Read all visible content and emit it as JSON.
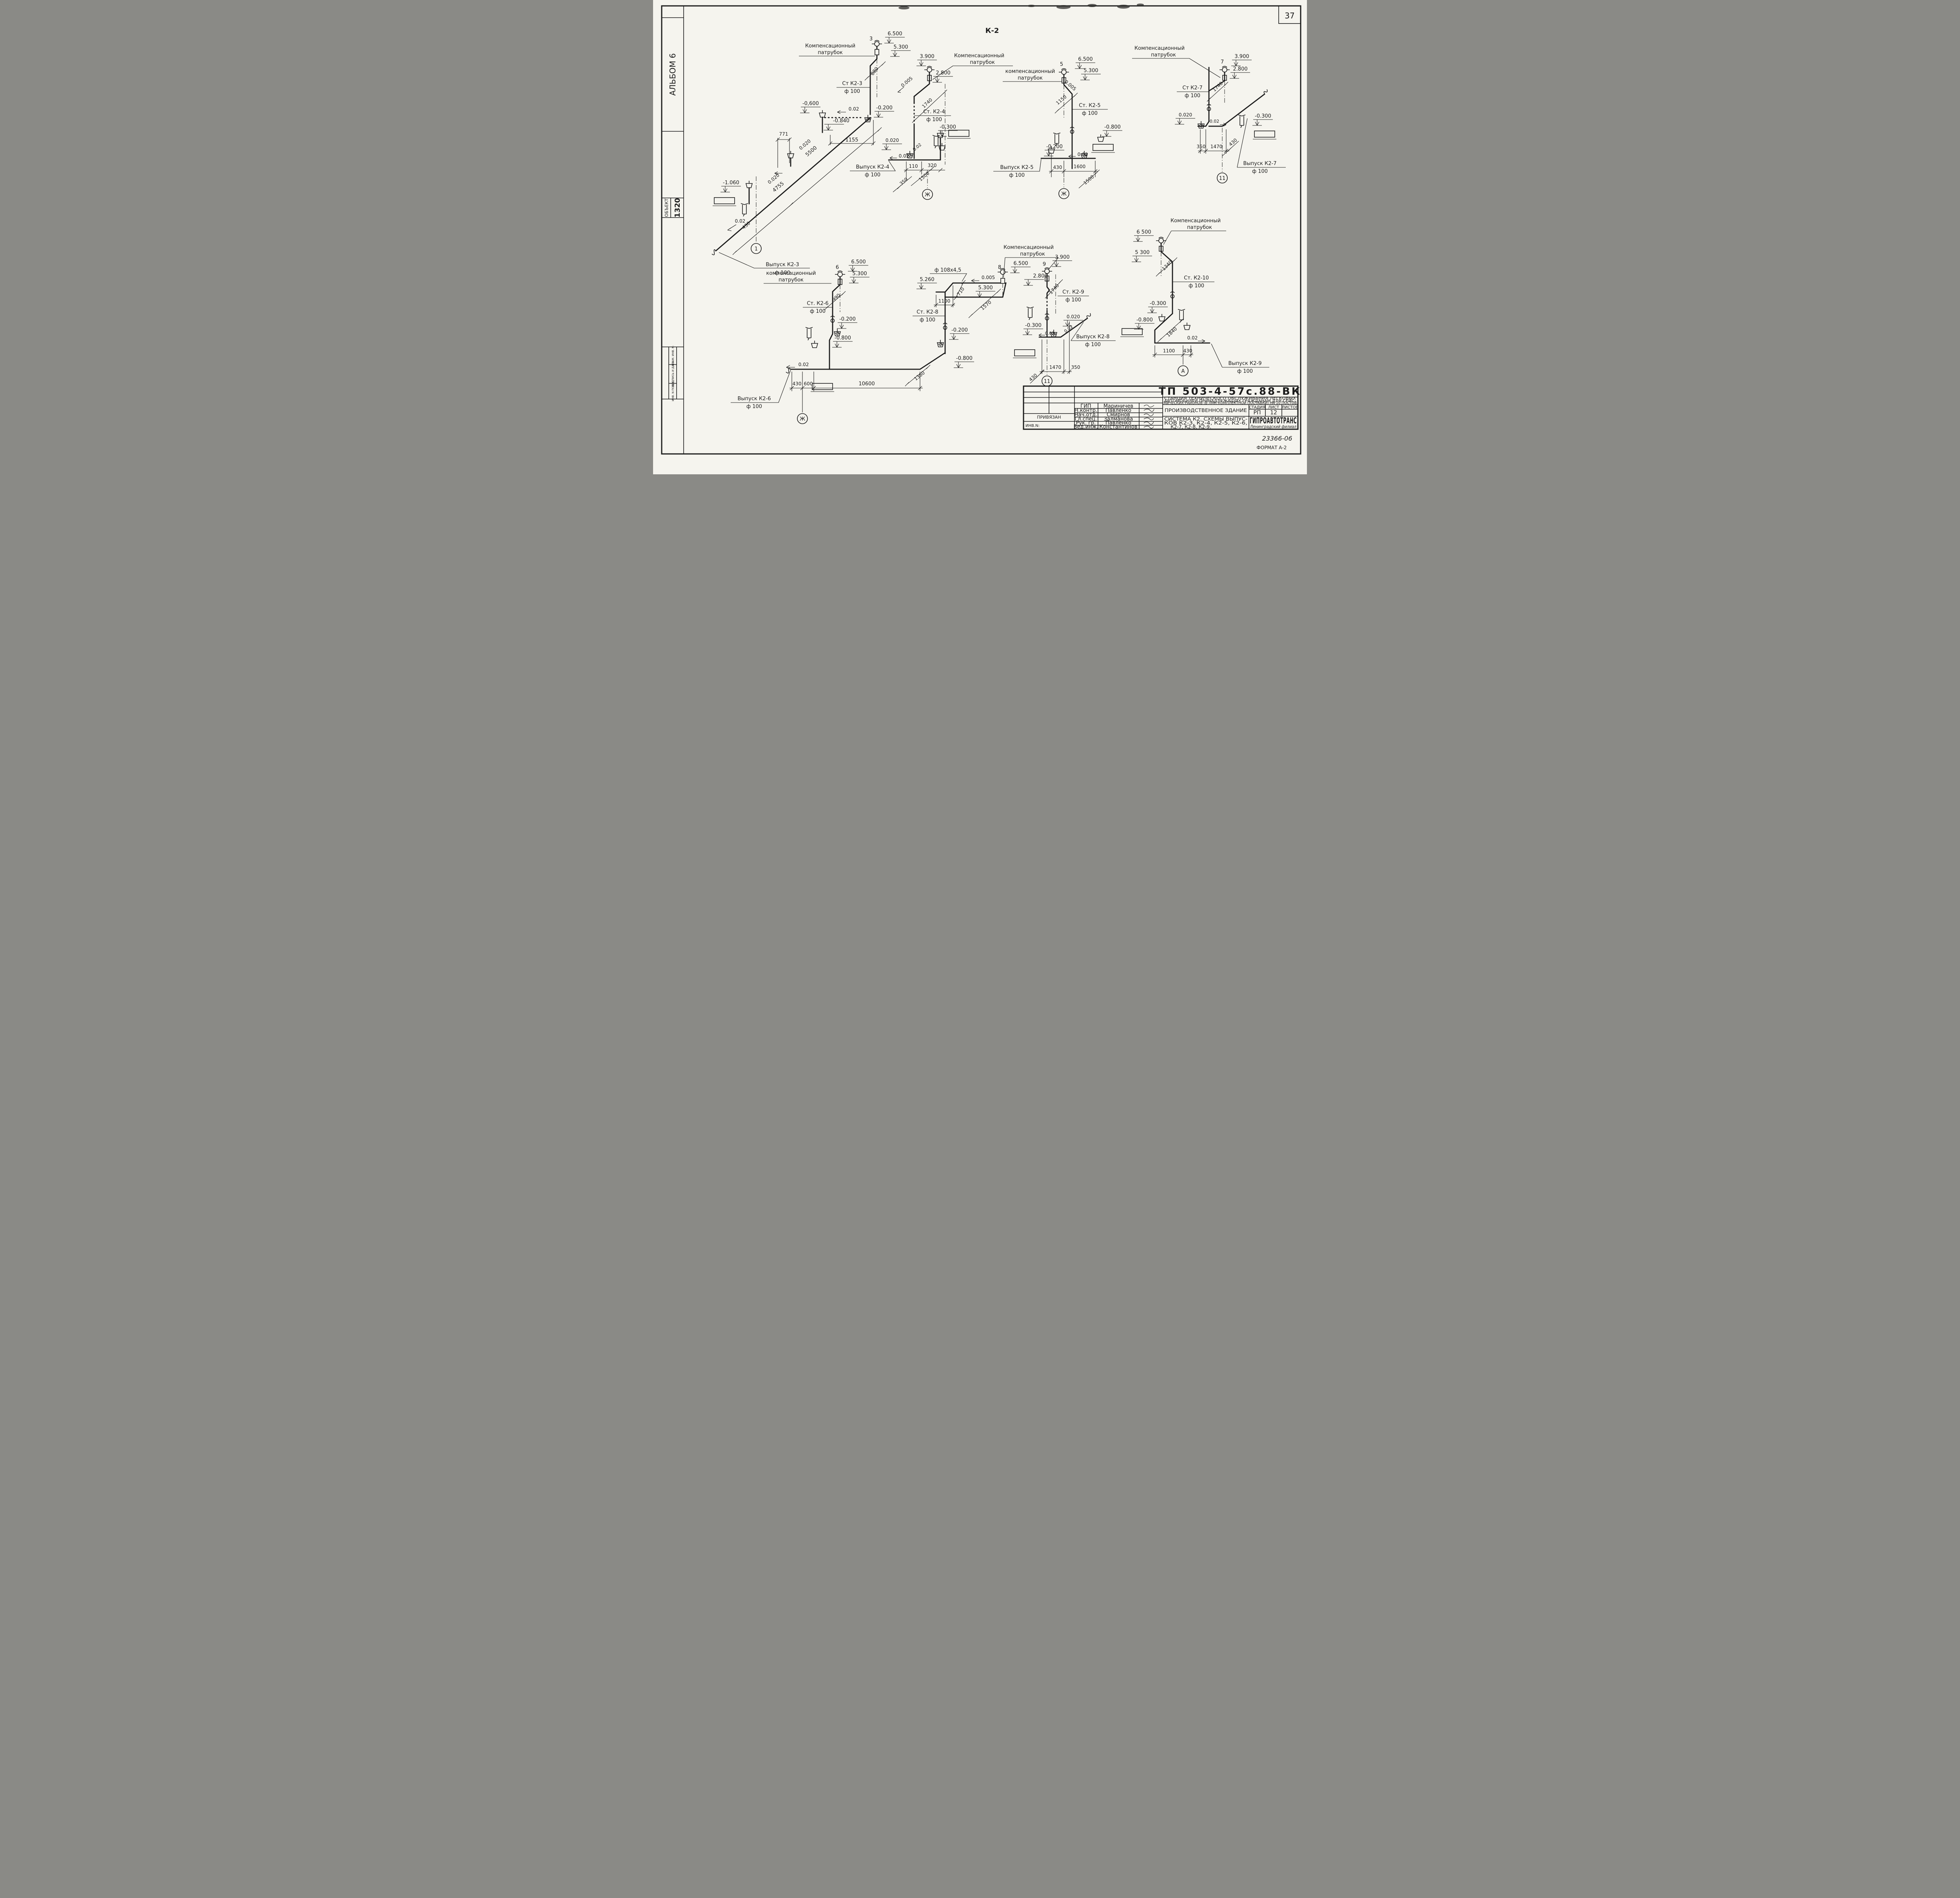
{
  "sheet": {
    "album": "АЛЬБОМ 6",
    "object_label": "ОБЪЕКТ",
    "object_number": "1320",
    "margin_label_1": "ВЗАМ. ИНВ. N:",
    "margin_label_2": "ПОДПИСЬ И ДАТА",
    "margin_label_3": "ИНВ. N ПОДЛ.",
    "sheet_number": "37",
    "system_title": "К-2",
    "footer_code": "23366-06",
    "footer_format": "ФОРМАТ А-2"
  },
  "stamp": {
    "doc_number": "ТП 503-4-57с.88-ВК",
    "project_line1": "СТАНЦИЯ ТЕХНИЧЕСКОГО ОБСЛУЖИВАНИЯ ЛЕГКОВЫХ",
    "project_line2": "АВТОМОБИЛЕЙ ПРИНАДЛЕЖАЩИХ ГРАЖДАНАМ ДЛЯ СЕЙС-",
    "project_line3": "МИЧЕСКИХ РАЙОНОВ (В ЛМК КОМПЛЕКТНОЙ ПОСТАВКИ) НА 10 ПОСТОВ",
    "building": "ПРОИЗВОДСТВЕННОЕ ЗДАНИЕ",
    "sheet_title_line1": "СИСТЕМА К2. СХЕМЫ ВЫПУС-",
    "sheet_title_line2": "КОВ К2-3, К2-4, К2-5, К2-6,",
    "sheet_title_line3": "К2-7, К2-8, К2-9.",
    "stage_label": "СТАДИЯ",
    "stage": "РП",
    "sheet_label": "ЛИСТ",
    "sheet_no": "12",
    "sheets_label": "ЛИСТОВ",
    "org": "ГИПРОАВТОТРАНС",
    "org_branch": "Ленинградский филиал",
    "attached": "ПРИВЯЗАН",
    "inv_label": "ИНВ.N:",
    "roles": [
      [
        "ГИП",
        "Мариничев"
      ],
      [
        "Н.контр.",
        "Павленко"
      ],
      [
        "Нач.отд.",
        "Смирнов"
      ],
      [
        "Гл.спец.",
        "Залманова"
      ],
      [
        "Рук. гр.",
        "Павленко"
      ],
      [
        "Вед.инж.",
        "Константинов"
      ]
    ]
  },
  "d": {
    "k23": {
      "vent": "3",
      "e6500": "6.500",
      "e5300": "5.300",
      "comp1": "Компенсационный",
      "comp2": "патрубок",
      "dim880": "880",
      "stack": "Ст К2-3",
      "dia": "ф 100",
      "em0600": "-0,600",
      "s002a": "0.02",
      "em0200": "-0.200",
      "em0840": "-0.840",
      "dim1155": "1155",
      "dim771": "771",
      "s0020a": "0.020",
      "dim5500": "5500",
      "s0020b": "0.020",
      "dim4755": "4755",
      "em1060": "-1.060",
      "s002b": "0.02",
      "dim430": "430",
      "axis": "1",
      "outlet": "Выпуск К2-3",
      "outlet_dia": "ф 100"
    },
    "k24": {
      "e3900": "3.900",
      "comp1": "Компенсационный",
      "comp2": "патрубок",
      "e2800": "2.800",
      "s0005": "0.005",
      "dim1740": "1740",
      "stack": "Ст. К2-4",
      "dia": "ф 100",
      "em0300": "-0.300",
      "s0020": "0.020",
      "s002a": "0.02",
      "s002b": "0.02",
      "dim110": "110",
      "dim320": "320",
      "dim1500": "1500",
      "dim350": "350",
      "axis": "Ж",
      "outlet": "Выпуск К2-4",
      "outlet_dia": "ф 100"
    },
    "k25": {
      "vent": "5",
      "e6500": "6.500",
      "comp1": "компенсационный",
      "comp2": "патрубок",
      "e5300": "5.300",
      "s0005": "0.005",
      "dim1150": "1150",
      "stack": "Ст. К2-5",
      "dia": "ф 100",
      "em0800": "-0.800",
      "em0200": "-0.200",
      "s002": "0.02",
      "dim430": "430",
      "dim1600": "1600",
      "dim1500": "1500",
      "axis": "Ж",
      "outlet": "Выпуск К2-5",
      "outlet_dia": "ф 100"
    },
    "k27": {
      "comp1": "Компенсационный",
      "comp2": "патрубок",
      "vent": "7",
      "e3900": "3.900",
      "e2800": "2.800",
      "dim1740": "1740",
      "stack": "Ст К2-7",
      "dia": "ф 100",
      "s0020": "0.020",
      "s002": "0.02",
      "em0300": "-0.300",
      "dim350": "350",
      "dim1470": "1470",
      "dim430": "430",
      "axis": "11",
      "outlet": "Выпуск К2-7",
      "outlet_dia": "ф 100"
    },
    "k26": {
      "vent": "6",
      "e6500": "6.500",
      "comp1": "компенсационный",
      "comp2": "патрубок",
      "e5300": "5.300",
      "dim990": "990",
      "stack": "Ст. К2-6",
      "dia": "ф 100",
      "em0200": "-0.200",
      "em0800": "-0.800",
      "s002": "0.02",
      "dim430": "430",
      "dim600": "600",
      "dim10600": "10600",
      "axis": "Ж",
      "outlet": "Выпуск К2-6",
      "outlet_dia": "ф 100"
    },
    "k28": {
      "pipe": "ф 108x4,5",
      "e5260": "5.260",
      "s0005": "0.005",
      "e5300": "5.300",
      "dim710": "710",
      "dim1100": "1100",
      "dim1570": "1570",
      "stack": "Ст. К2-8",
      "dia": "ф 100",
      "em0200": "-0.200",
      "em0800": "-0.800",
      "dim1360": "1360",
      "vent8": "8",
      "e6500": "6.500"
    },
    "k29": {
      "comp1": "Компенсационный",
      "comp2": "патрубок",
      "vent": "9",
      "e3900": "3.900",
      "e2800": "2.800",
      "dim1740": "1740",
      "stack": "Ст. К2-9",
      "dia": "ф 100",
      "s0020": "0.020",
      "em0300": "-0.300",
      "s002a": "0.02",
      "s002b": "0.02",
      "dim430": "430",
      "dim1470": "1470",
      "dim350": "350",
      "axis": "11",
      "outlet": "Выпуск К2-8",
      "outlet_dia": "ф 100"
    },
    "k210": {
      "comp1": "Компенсационный",
      "comp2": "патрубок",
      "e6500": "6 500",
      "e5300": "5 300",
      "dim1340": "1340",
      "stack": "Ст. К2-10",
      "dia": "ф 100",
      "em0300": "-0.300",
      "em0800": "-0.800",
      "dim1840": "1840",
      "s002": "0.02",
      "dim1100": "1100",
      "dim430": "430",
      "axis": "А",
      "outlet": "Выпуск К2-9",
      "outlet_dia": "ф 100"
    }
  }
}
